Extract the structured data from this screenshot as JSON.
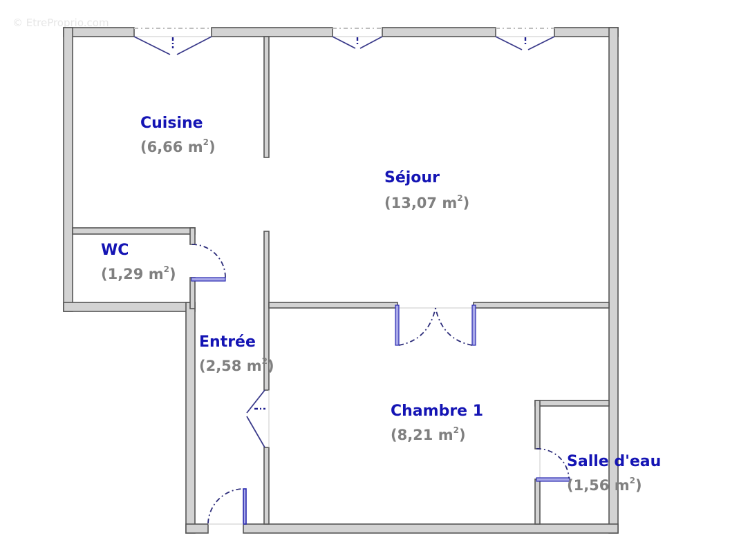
{
  "watermark": "© EtreProprio.com",
  "colors": {
    "wall_fill": "#d3d3d3",
    "wall_stroke": "#555555",
    "room_name": "#1414b4",
    "room_area": "#808080",
    "door_leaf": "#a8a8e8",
    "door_swing": "#2c2c7a"
  },
  "area_unit": "m",
  "area_exponent": "2",
  "rooms": [
    {
      "name": "Cuisine",
      "area": "(6,66 ",
      "area_value": "6,66"
    },
    {
      "name": "Séjour",
      "area": "(13,07 ",
      "area_value": "13,07"
    },
    {
      "name": "WC",
      "area": "(1,29 ",
      "area_value": "1,29"
    },
    {
      "name": "Entrée",
      "area": "(2,58 ",
      "area_value": "2,58"
    },
    {
      "name": "Chambre 1",
      "area": "(8,21 ",
      "area_value": "8,21"
    },
    {
      "name": "Salle d'eau",
      "area": "(1,56 ",
      "area_value": "1,56"
    }
  ],
  "openings": {
    "windows": [
      "cuisine-window",
      "sejour-window-left",
      "sejour-window-right"
    ],
    "doors": [
      "entrance-door",
      "wc-door",
      "entree-chambre-door",
      "chambre-double-door",
      "salle-deau-door"
    ]
  }
}
